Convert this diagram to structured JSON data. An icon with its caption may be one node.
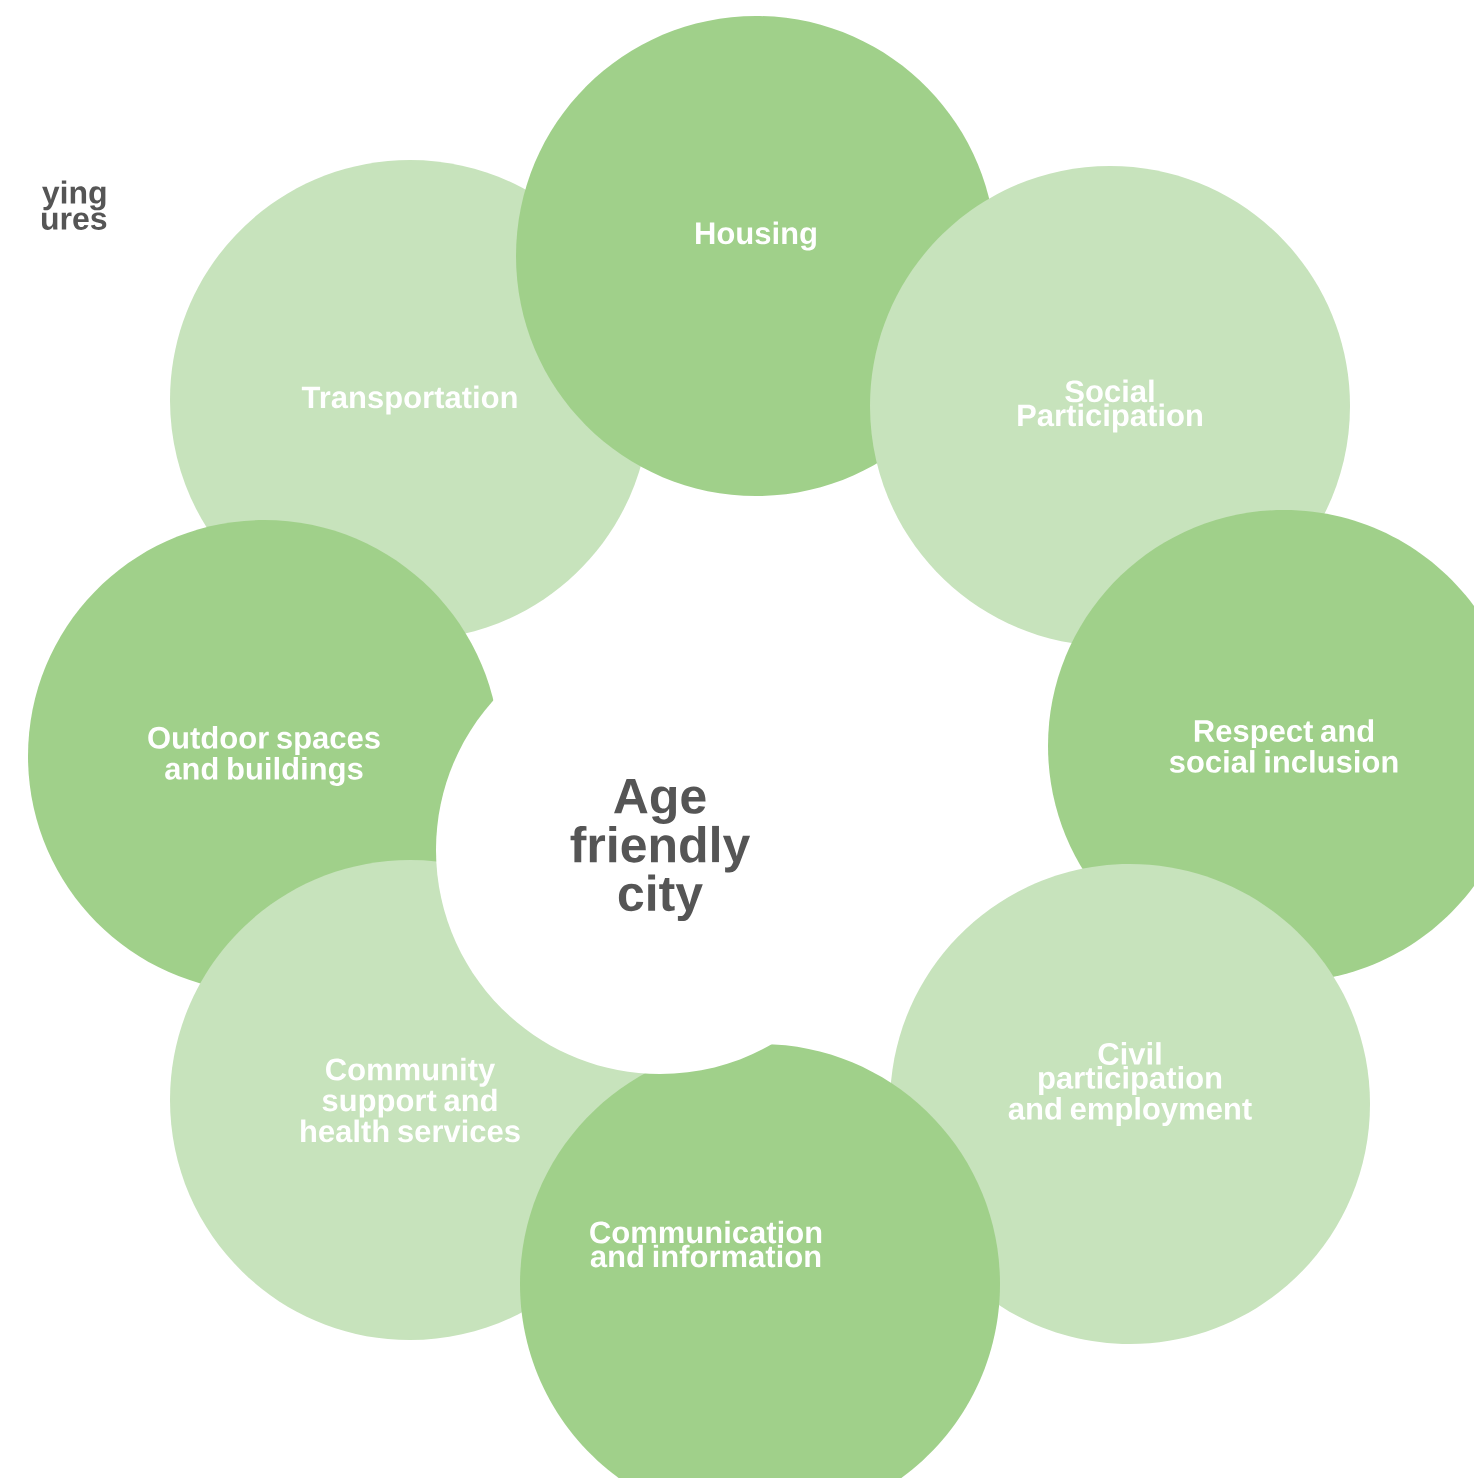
{
  "diagram": {
    "nodes": [
      {
        "text": [
          "Age friendly city"
        ]
      },
      {
        "text": [
          "Housing"
        ]
      },
      {
        "text": [
          "Social Participation"
        ]
      },
      {
        "text": [
          "Respect and social inclusion"
        ]
      },
      {
        "text": [
          "Civil participation and employment"
        ]
      },
      {
        "text": [
          "Communication and information"
        ]
      },
      {
        "text": [
          "Community support and health services"
        ]
      },
      {
        "text": [
          "Outdoor spaces and buildings"
        ]
      },
      {
        "text": [
          "Transportation"
        ]
      }
    ],
    "labels": [
      "ying ures"
    ]
  }
}
